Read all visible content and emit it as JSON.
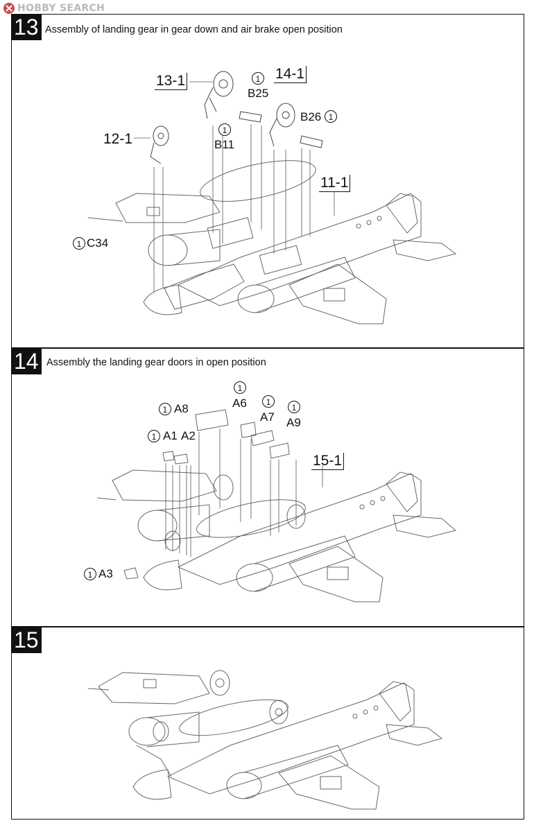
{
  "watermark": {
    "text": "HOBBY SEARCH",
    "icon": "hobby-search-logo-icon"
  },
  "steps": [
    {
      "number": "13",
      "title": "Assembly of landing gear in gear down and air brake open position",
      "callouts": {
        "ref_13_1": "13-1",
        "ref_14_1": "14-1",
        "ref_12_1": "12-1",
        "ref_11_1": "11-1",
        "b25": {
          "qty": "1",
          "part": "B25"
        },
        "b26": {
          "qty": "1",
          "part": "B26"
        },
        "b11": {
          "qty": "1",
          "part": "B11"
        },
        "c34": {
          "qty": "1",
          "part": "C34"
        }
      }
    },
    {
      "number": "14",
      "title": "Assembly the landing gear doors in open position",
      "callouts": {
        "ref_15_1": "15-1",
        "a8": {
          "qty": "1",
          "part": "A8"
        },
        "a6": {
          "qty": "1",
          "part": "A6"
        },
        "a7": {
          "qty": "1",
          "part": "A7"
        },
        "a9": {
          "qty": "1",
          "part": "A9"
        },
        "a1": {
          "qty": "1",
          "part": "A1"
        },
        "a2": {
          "part": "A2"
        },
        "a3": {
          "qty": "1",
          "part": "A3"
        }
      }
    },
    {
      "number": "15",
      "title": ""
    }
  ]
}
